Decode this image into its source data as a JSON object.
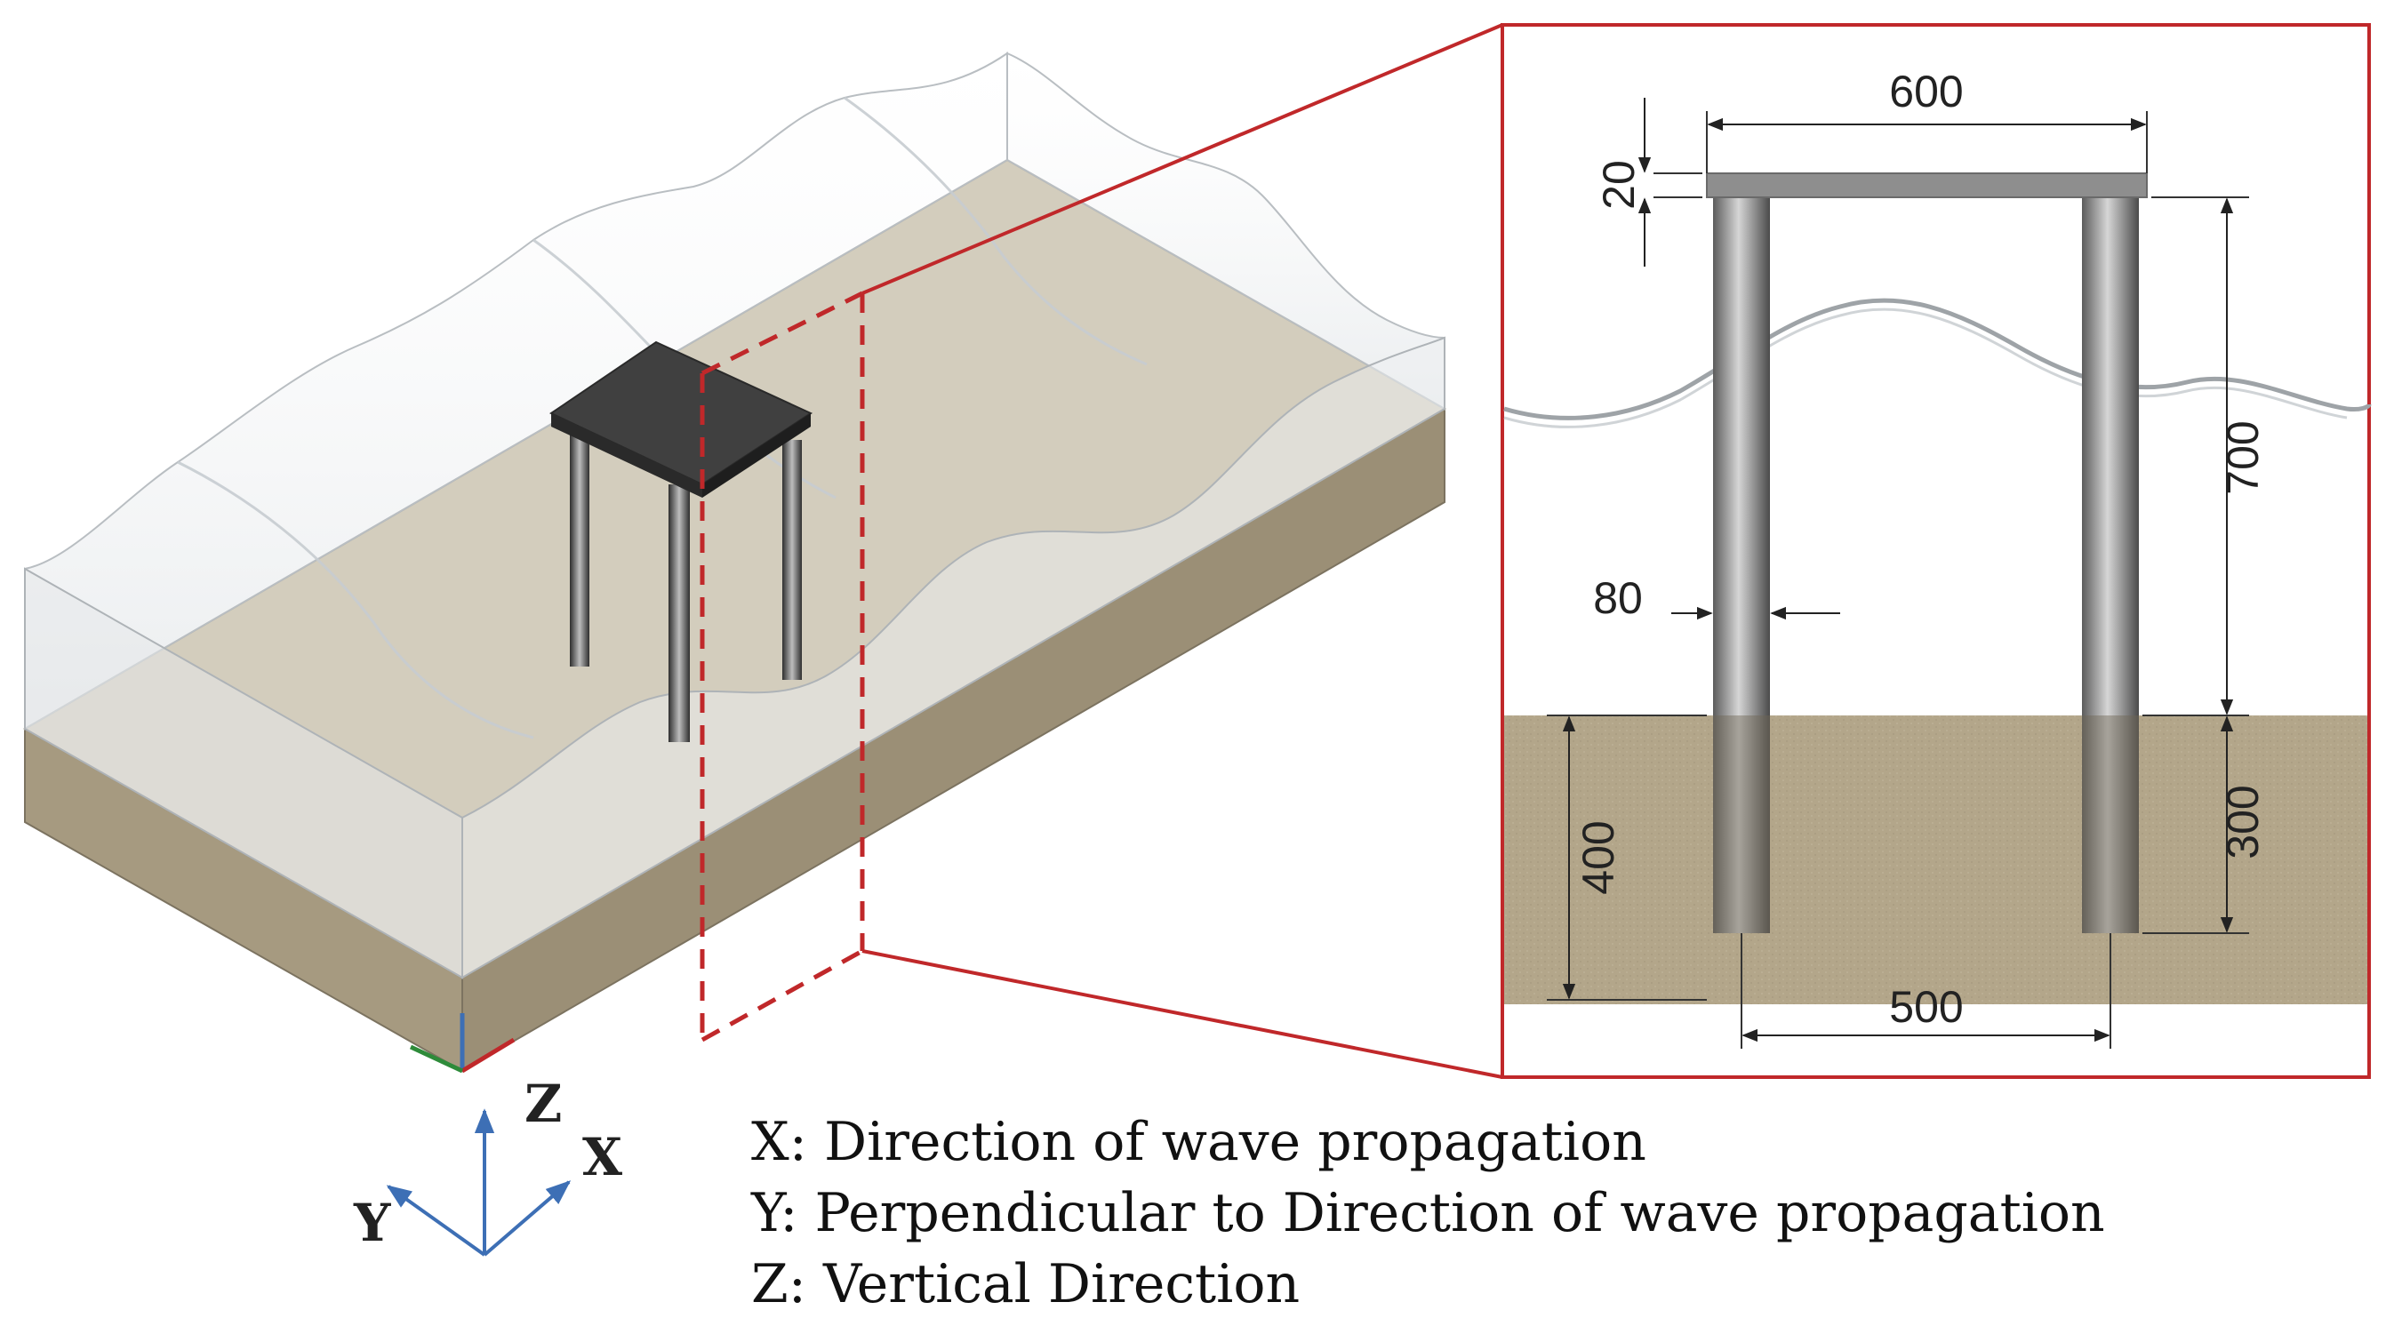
{
  "diagram": {
    "detail_dimensions": {
      "deck_width": "600",
      "deck_thickness": "20",
      "pile_height_above_seabed": "700",
      "pile_diameter": "80",
      "pile_spacing": "500",
      "soil_depth": "400",
      "pile_embedment": "300"
    },
    "axis_labels": {
      "z": "Z",
      "x": "X",
      "y": "Y"
    },
    "legend": [
      "X: Direction of wave propagation",
      "Y: Perpendicular to Direction of wave propagation",
      "Z: Vertical Direction"
    ],
    "colors": {
      "soil": "#b3a68a",
      "soil_side": "#9e927b",
      "water": "#eceeef",
      "deck": "#3b3b3b",
      "callout": "#c0282a",
      "axis_arrow": "#3d6fb5"
    }
  }
}
